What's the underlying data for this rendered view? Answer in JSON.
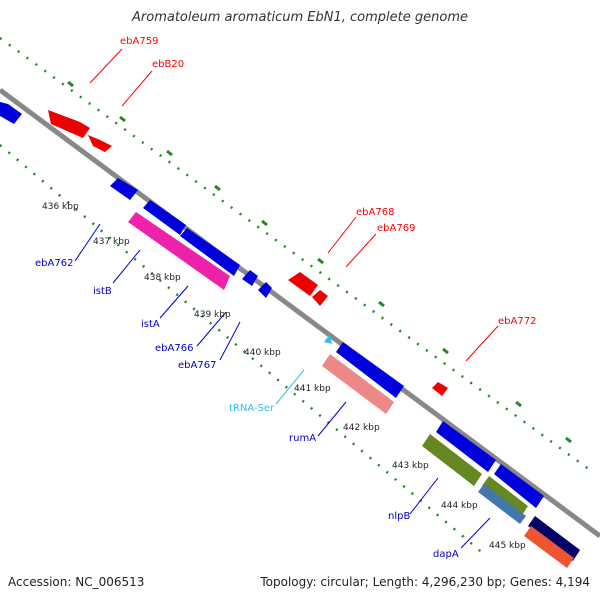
{
  "title": "Aromatoleum aromaticum EbN1, complete genome",
  "accession": "Accession: NC_006513",
  "topology": "Topology: circular; Length: 4,296,230 bp; Genes: 4,194",
  "colors": {
    "backbone": "#808080",
    "forward_gene": "#ff0000",
    "reverse_gene": "#0000ff",
    "trna": "#33bbee",
    "insertion": "#ee22aa",
    "rum": "#ee8888",
    "nlp": "#668822",
    "steel": "#4477aa",
    "navy": "#000066",
    "orange": "#ee5533",
    "dots": "#228822"
  },
  "ticks": [
    "436 kbp",
    "437 kbp",
    "438 kbp",
    "439 kbp",
    "440 kbp",
    "441 kbp",
    "442 kbp",
    "443 kbp",
    "444 kbp",
    "445 kbp"
  ],
  "labels_forward": [
    "ebA759",
    "ebB20",
    "ebA768",
    "ebA769",
    "ebA772"
  ],
  "labels_reverse": [
    "ebA762",
    "istB",
    "istA",
    "ebA766",
    "ebA767",
    "tRNA-Ser",
    "rumA",
    "nlpB",
    "dapA"
  ]
}
